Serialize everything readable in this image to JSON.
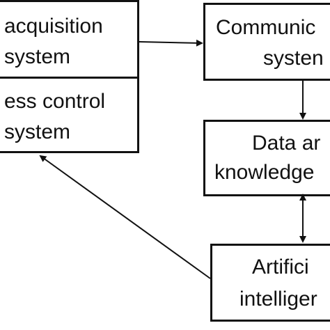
{
  "boxes": {
    "acquisition": {
      "line1": "acquisition",
      "line2": "system"
    },
    "process_control": {
      "line1": "ess control",
      "line2": "system"
    },
    "communication": {
      "line1": "Communic",
      "line2": "systen"
    },
    "data_knowledge": {
      "line1": "Data ar",
      "line2": "knowledge"
    },
    "artificial_intelligence": {
      "line1": "Artifici",
      "line2": "intelliger"
    }
  },
  "colors": {
    "line": "#111111",
    "background": "#ffffff"
  }
}
